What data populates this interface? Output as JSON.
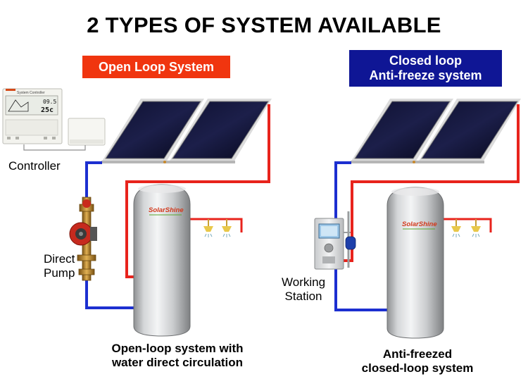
{
  "title": "2 TYPES OF SYSTEM AVAILABLE",
  "open_system": {
    "badge": "Open Loop System",
    "controller_label": "Controller",
    "pump_label_line1": "Direct",
    "pump_label_line2": "Pump",
    "caption_line1": "Open-loop system with",
    "caption_line2": "water direct circulation"
  },
  "closed_system": {
    "badge_line1": "Closed loop",
    "badge_line2": "Anti-freeze system",
    "station_label_line1": "Working",
    "station_label_line2": "Station",
    "caption_line1": "Anti-freezed",
    "caption_line2": "closed-loop system"
  },
  "tank_brand": "SolarShine",
  "controller_display": {
    "header": "System Controller",
    "reading1": "09.5",
    "reading2": "25c"
  },
  "colors": {
    "hot_pipe": "#e8231c",
    "cold_pipe": "#1c2fd0",
    "open_badge": "#f0350f",
    "closed_badge": "#0f1695",
    "brand_red": "#d3391c",
    "brand_green": "#5aa62e"
  }
}
